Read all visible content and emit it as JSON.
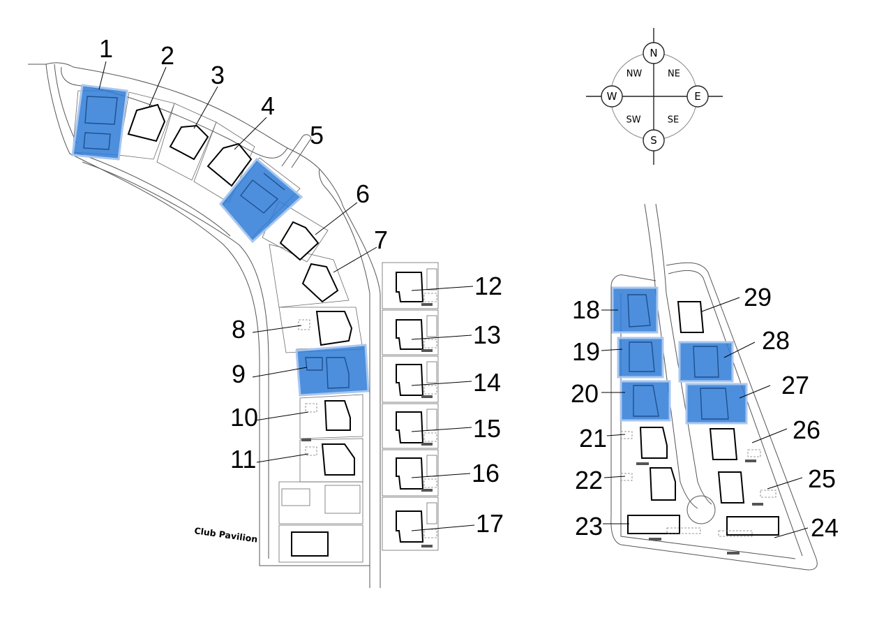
{
  "compass": {
    "north": "N",
    "south": "S",
    "east": "E",
    "west": "W",
    "northwest": "NW",
    "northeast": "NE",
    "southwest": "SW",
    "southeast": "SE"
  },
  "club_pavilion": "Club Pavilion",
  "highlight_color": "#2e7bd6",
  "highlighted_lots": [
    "1",
    "5",
    "9",
    "18",
    "19",
    "20",
    "27",
    "28"
  ],
  "lots": [
    {
      "number": "1",
      "highlighted": true
    },
    {
      "number": "2",
      "highlighted": false
    },
    {
      "number": "3",
      "highlighted": false
    },
    {
      "number": "4",
      "highlighted": false
    },
    {
      "number": "5",
      "highlighted": true
    },
    {
      "number": "6",
      "highlighted": false
    },
    {
      "number": "7",
      "highlighted": false
    },
    {
      "number": "8",
      "highlighted": false
    },
    {
      "number": "9",
      "highlighted": true
    },
    {
      "number": "10",
      "highlighted": false
    },
    {
      "number": "11",
      "highlighted": false
    },
    {
      "number": "12",
      "highlighted": false
    },
    {
      "number": "13",
      "highlighted": false
    },
    {
      "number": "14",
      "highlighted": false
    },
    {
      "number": "15",
      "highlighted": false
    },
    {
      "number": "16",
      "highlighted": false
    },
    {
      "number": "17",
      "highlighted": false
    },
    {
      "number": "18",
      "highlighted": true
    },
    {
      "number": "19",
      "highlighted": true
    },
    {
      "number": "20",
      "highlighted": true
    },
    {
      "number": "21",
      "highlighted": false
    },
    {
      "number": "22",
      "highlighted": false
    },
    {
      "number": "23",
      "highlighted": false
    },
    {
      "number": "24",
      "highlighted": false
    },
    {
      "number": "25",
      "highlighted": false
    },
    {
      "number": "26",
      "highlighted": false
    },
    {
      "number": "27",
      "highlighted": true
    },
    {
      "number": "28",
      "highlighted": true
    },
    {
      "number": "29",
      "highlighted": false
    }
  ]
}
